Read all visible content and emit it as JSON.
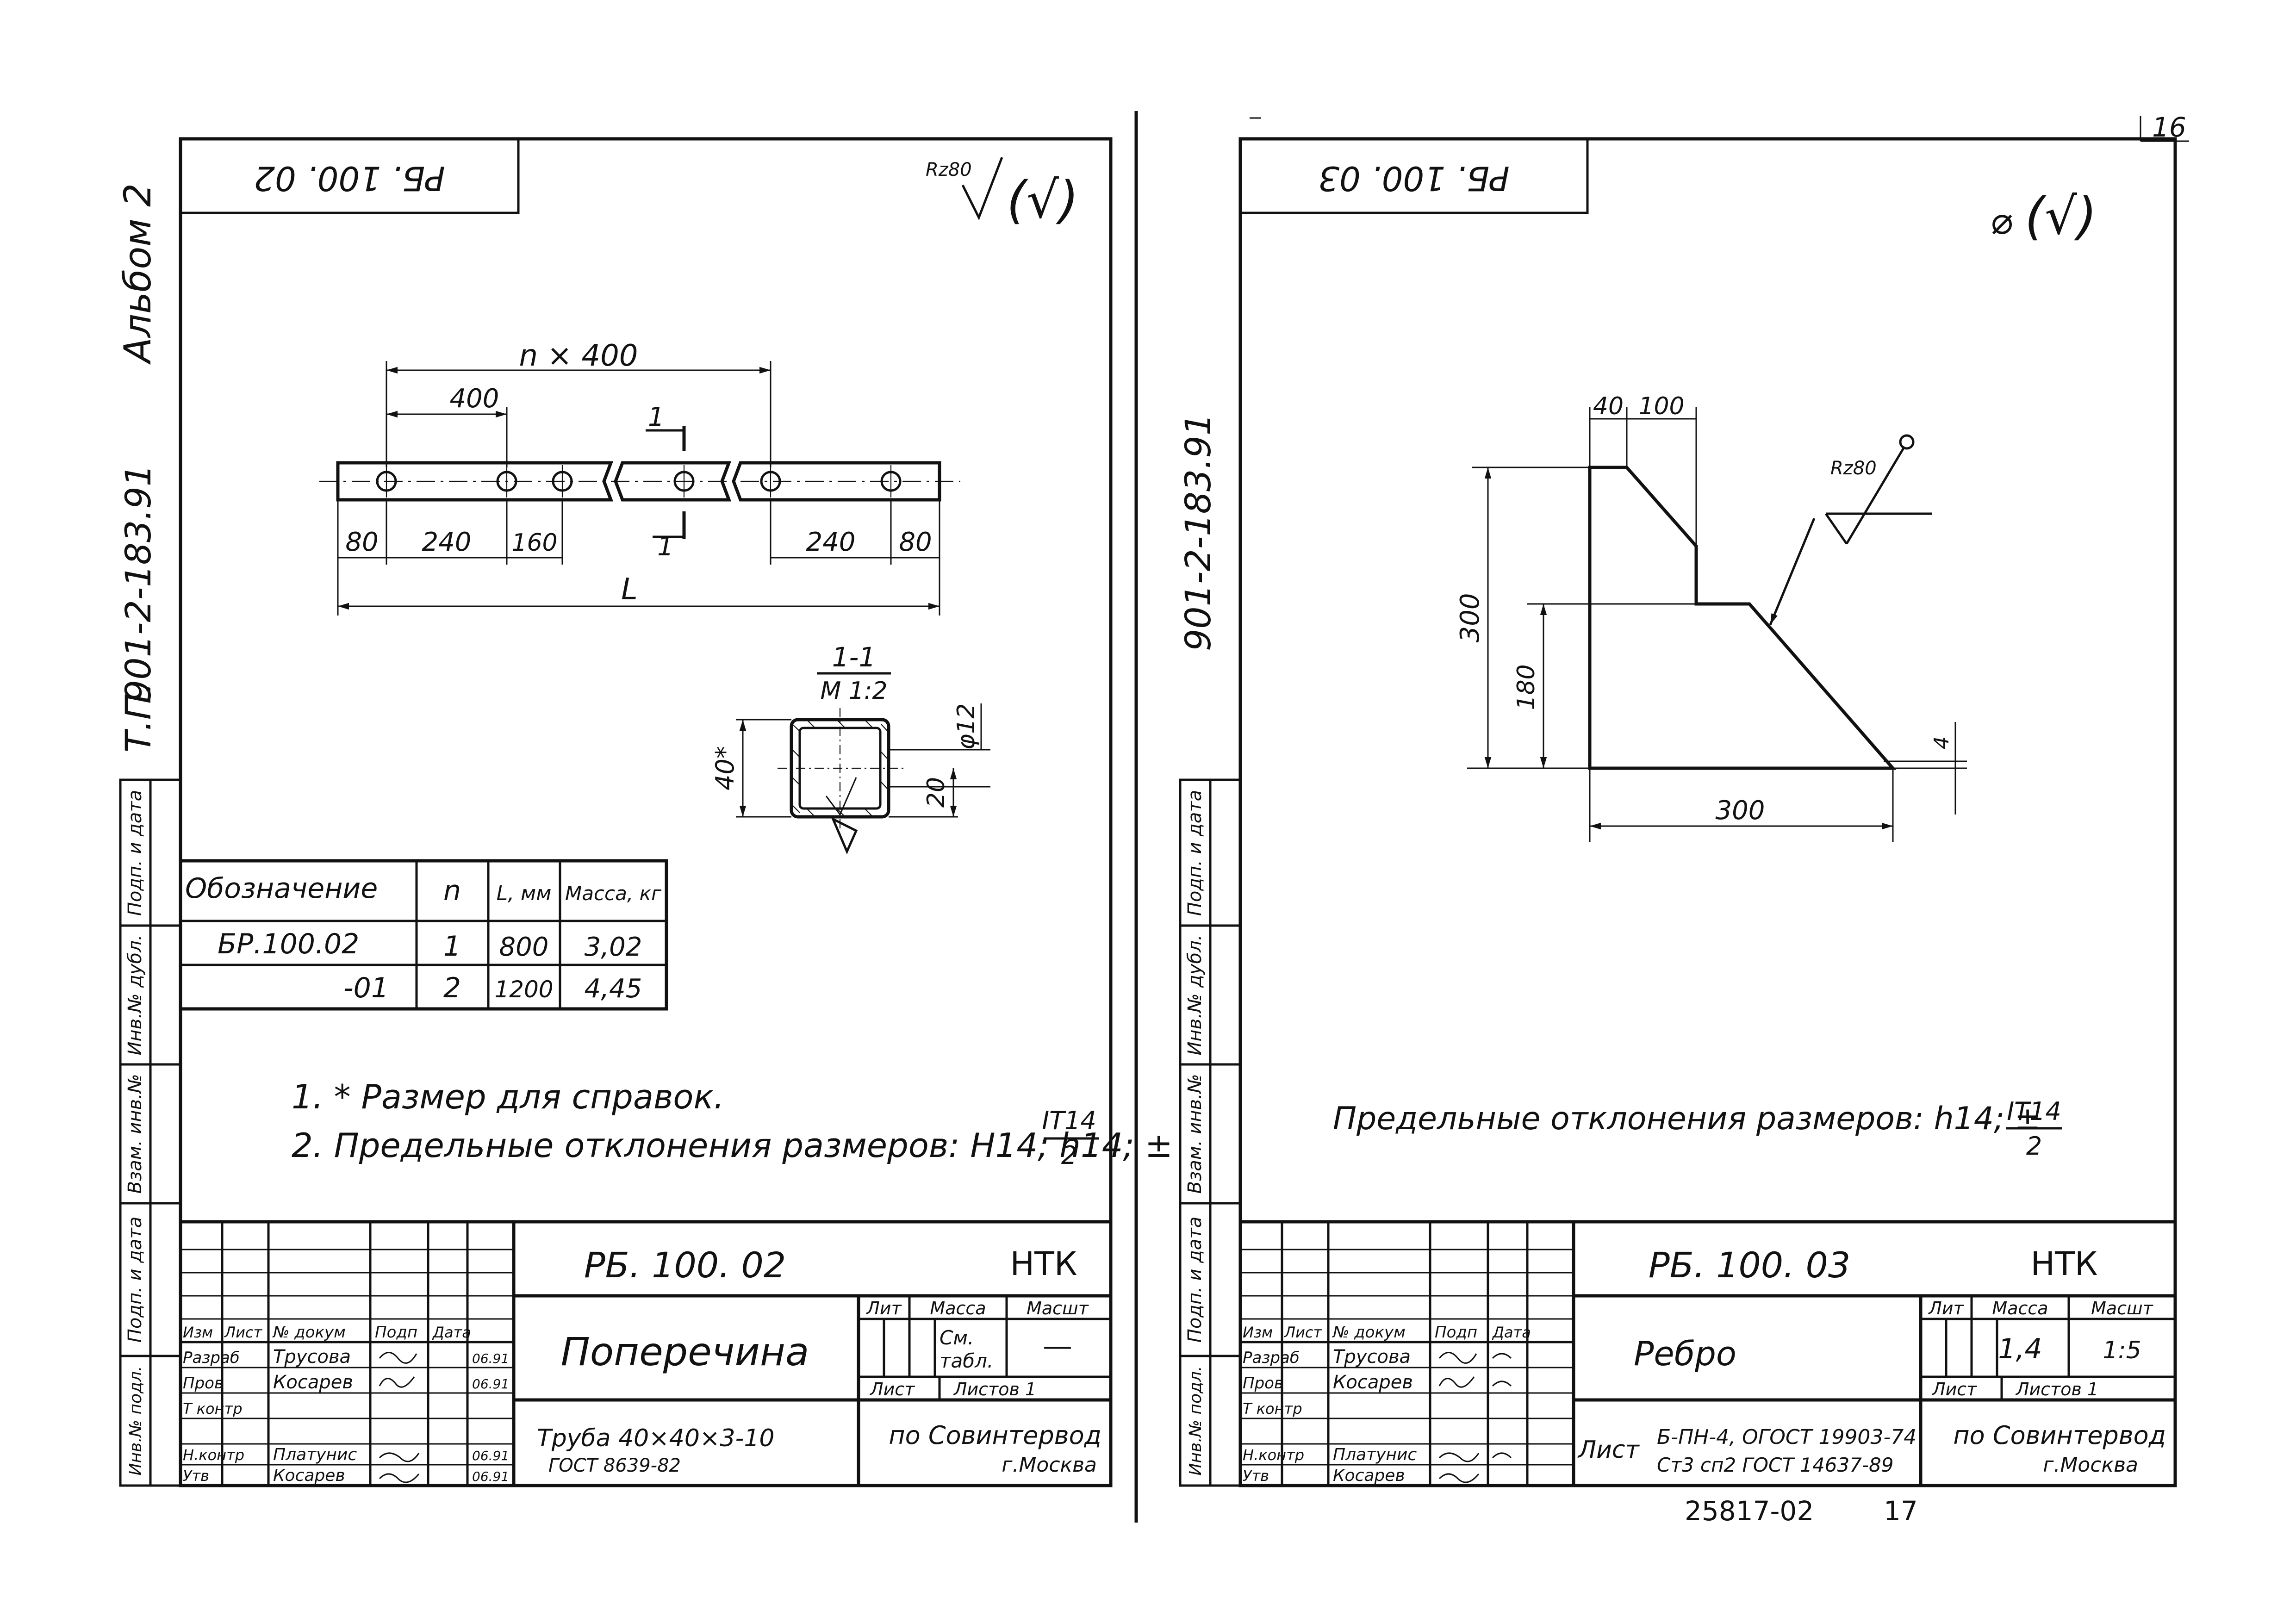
{
  "left": {
    "code_rotated": "РБ. 100. 02",
    "roughness_label": "Rz80",
    "roughness_suffix": "(√)",
    "margin_album": "Альбом 2",
    "margin_series": "901-2-183.91",
    "margin_tp": "Т.П.",
    "side_labels": [
      "Подп. и дата",
      "Инв.№ дубл.",
      "Взам. инв.№",
      "Подп. и дата",
      "Инв.№ подл."
    ],
    "dims": {
      "nx400": "n × 400",
      "d400": "400",
      "d1": "1",
      "d80a": "80",
      "d240a": "240",
      "d160": "160",
      "d240b": "240",
      "d80b": "80",
      "dL": "L",
      "section": "1-1",
      "scale": "М 1:2",
      "d40": "40*",
      "dphi12": "φ12",
      "d20": "20"
    },
    "table": {
      "headers": [
        "Обозначение",
        "n",
        "L, мм",
        "Масса, кг"
      ],
      "rows": [
        [
          "БР.100.02",
          "1",
          "800",
          "3,02"
        ],
        [
          "-01",
          "2",
          "1200",
          "4,45"
        ]
      ]
    },
    "notes": [
      "1. * Размер для справок.",
      "2. Предельные отклонения размеров: Н14; h14; ±"
    ],
    "note_fraction": {
      "num": "IT14",
      "den": "2"
    },
    "title_block": {
      "code": "РБ. 100. 02",
      "org": "НТК",
      "name": "Поперечина",
      "material_line1": "Труба 40×40×3-10",
      "material_line2": "ГОСТ 8639-82",
      "col_lit": "Лит",
      "col_mass": "Масса",
      "col_scale": "Масшт",
      "mass_value1": "См.",
      "mass_value2": "табл.",
      "scale_value": "—",
      "sheet": "Лист",
      "sheets": "Листов 1",
      "company1": "по Совинтервод",
      "company2": "г.Москва",
      "roles": [
        "Изм",
        "Лист",
        "№ докум",
        "Подп",
        "Дата"
      ],
      "people": [
        [
          "Разраб",
          "Трусова"
        ],
        [
          "Пров",
          "Косарев"
        ],
        [
          "Т контр",
          ""
        ],
        [
          "Н.контр",
          "Платунис"
        ],
        [
          "Утв",
          "Косарев"
        ]
      ],
      "dates": [
        "06.91",
        "06.91",
        "",
        "06.91",
        "06.91"
      ]
    }
  },
  "right": {
    "code_rotated": "РБ. 100. 03",
    "roughness_prefix": "⌀",
    "roughness_suffix": "(√)",
    "margin_series": "901-2-183.91",
    "side_labels": [
      "Подп. и дата",
      "Инв.№ дубл.",
      "Взам. инв.№",
      "Подп. и дата",
      "Инв.№ подл."
    ],
    "dims": {
      "d40": "40",
      "d100": "100",
      "rz": "Rz80",
      "d300v": "300",
      "d180": "180",
      "d4": "4",
      "d300h": "300"
    },
    "note": "Предельные отклонения размеров: h14; ±",
    "note_fraction": {
      "num": "IT14",
      "den": "2"
    },
    "title_block": {
      "code": "РБ. 100. 03",
      "org": "НТК",
      "name": "Ребро",
      "col_lit": "Лит",
      "col_mass": "Масса",
      "col_scale": "Масшт",
      "mass_value": "1,4",
      "scale_value": "1:5",
      "sheet": "Лист",
      "sheets": "Листов 1",
      "material_prefix": "Лист",
      "material_line1": "Б-ПН-4, ОГОСТ 19903-74",
      "material_line2": "Ст3 сп2 ГОСТ 14637-89",
      "company1": "по Совинтервод",
      "company2": "г.Москва",
      "roles": [
        "Изм",
        "Лист",
        "№ докум",
        "Подп",
        "Дата"
      ],
      "people": [
        [
          "Разраб",
          "Трусова"
        ],
        [
          "Пров",
          "Косарев"
        ],
        [
          "Т контр",
          ""
        ],
        [
          "Н.контр",
          "Платунис"
        ],
        [
          "Утв",
          "Косарев"
        ]
      ]
    }
  },
  "page_number": "16",
  "footer_code": "25817-02",
  "footer_page": "17"
}
